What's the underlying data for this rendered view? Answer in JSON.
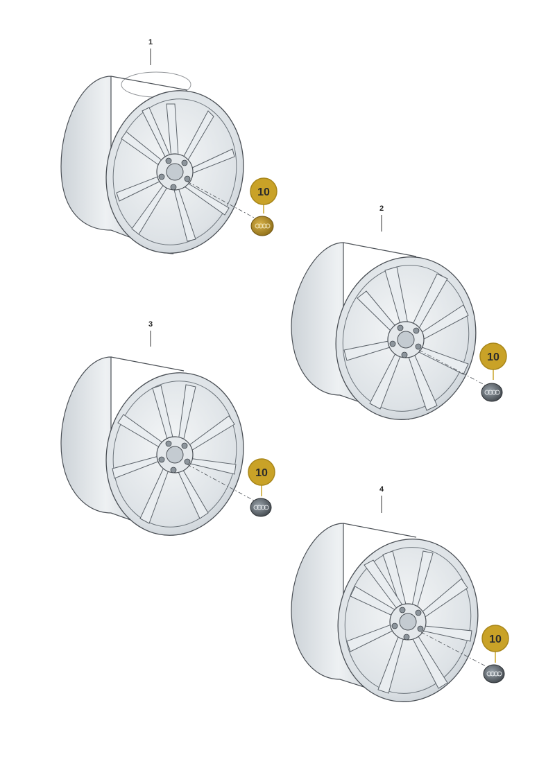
{
  "wheels": [
    {
      "id": "1",
      "label": "1"
    },
    {
      "id": "2",
      "label": "2"
    },
    {
      "id": "3",
      "label": "3"
    },
    {
      "id": "4",
      "label": "4"
    }
  ],
  "callouts": [
    {
      "label": "10"
    },
    {
      "label": "10"
    },
    {
      "label": "10"
    },
    {
      "label": "10"
    }
  ],
  "colors": {
    "callout_fill": "#c9a227",
    "callout_stroke": "#a8861a",
    "rim_light": "#e8ecef",
    "rim_mid": "#c9d0d6",
    "rim_dark": "#8e979f",
    "outline": "#4a4f55",
    "cap_gold": "#c39a2a"
  }
}
